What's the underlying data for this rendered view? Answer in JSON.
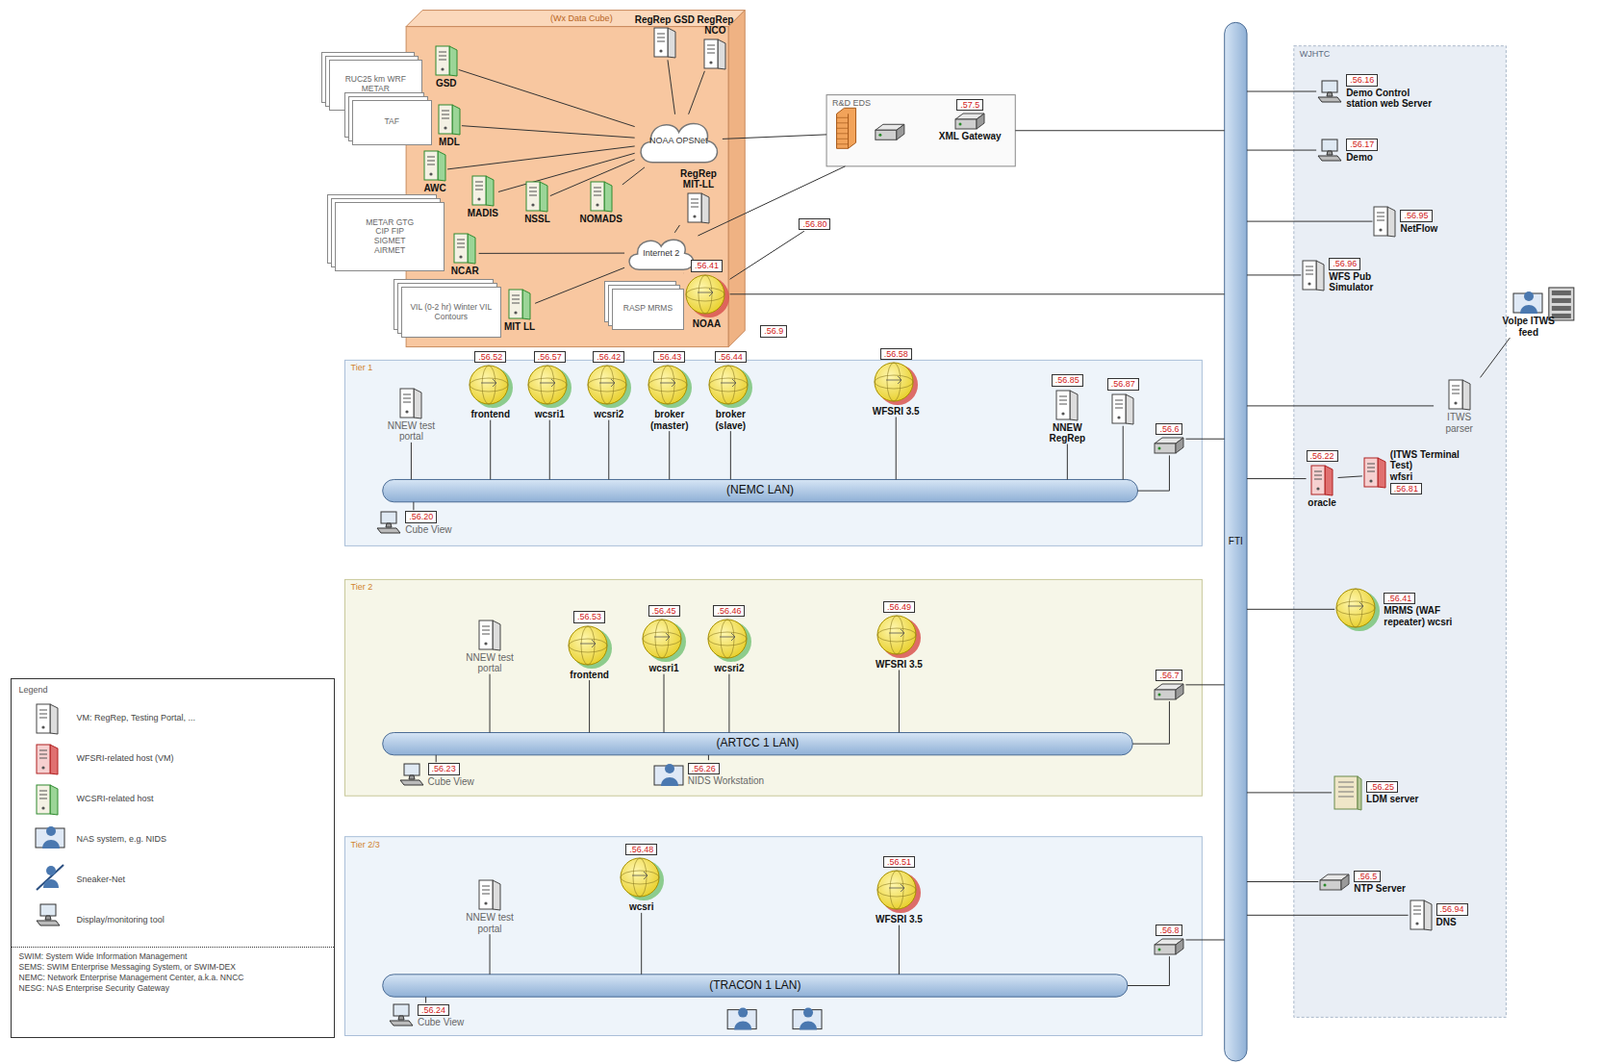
{
  "diagram": {
    "nodes": [
      {
        "text": [
          "(Wx Data Cube)"
        ]
      },
      {
        "text": [
          "RUC25 km WRF METAR"
        ]
      },
      {
        "text": [
          "GSD"
        ],
        "in": 0
      },
      {
        "text": [
          "RegRep GSD"
        ],
        "in": 0
      },
      {
        "text": [
          "RegRep NCO"
        ],
        "in": 0
      },
      {
        "text": [
          "TAF"
        ]
      },
      {
        "text": [
          "MDL"
        ],
        "in": 0
      },
      {
        "text": [
          "NOAA OPSNet"
        ],
        "in": 0
      },
      {
        "text": [
          "AWC"
        ],
        "in": 0
      },
      {
        "text": [
          "MADIS"
        ],
        "in": 0
      },
      {
        "text": [
          "NSSL"
        ],
        "in": 0
      },
      {
        "text": [
          "NOMADS"
        ],
        "in": 0
      },
      {
        "text": [
          "RegRep MIT-LL"
        ],
        "in": 0
      },
      {
        "text": [
          "METAR GTG CIP FIP SIGMET AIRMET"
        ]
      },
      {
        "text": [
          "Internet 2"
        ],
        "in": 0
      },
      {
        "text": [
          "NCAR"
        ],
        "in": 0
      },
      {
        "text": [
          "VIL (0-2 hr) Winter VIL Contours"
        ]
      },
      {
        "text": [
          "MIT LL"
        ],
        "in": 0
      },
      {
        "text": [
          "RASP MRMS"
        ],
        "in": 0
      },
      {
        "text": [
          ".56.41",
          "NOAA"
        ],
        "in": 0
      },
      {
        "text": [
          ".56.9"
        ]
      },
      {
        "text": [
          ".56.80"
        ]
      },
      {
        "text": [
          "R&D EDS"
        ]
      },
      {
        "text": [
          ".57.5",
          "XML Gateway"
        ],
        "in": 22
      },
      {
        "text": [
          "Tier 1"
        ]
      },
      {
        "text": [
          "NNEW test portal"
        ],
        "in": 24
      },
      {
        "text": [
          ".56.52",
          "frontend"
        ],
        "in": 24
      },
      {
        "text": [
          ".56.57",
          "wcsri1"
        ],
        "in": 24
      },
      {
        "text": [
          ".56.42",
          "wcsri2"
        ],
        "in": 24
      },
      {
        "text": [
          ".56.43",
          "broker (master)"
        ],
        "in": 24
      },
      {
        "text": [
          ".56.44",
          "broker (slave)"
        ],
        "in": 24
      },
      {
        "text": [
          ".56.58",
          "WFSRI 3.5"
        ],
        "in": 24
      },
      {
        "text": [
          ".56.85",
          "NNEW RegRep"
        ],
        "in": 24
      },
      {
        "text": [
          ".56.87"
        ],
        "in": 24
      },
      {
        "text": [
          ".56.6"
        ],
        "in": 24
      },
      {
        "text": [
          "(NEMC LAN)"
        ],
        "in": 24
      },
      {
        "text": [
          ".56.20",
          "Cube View"
        ],
        "in": 24
      },
      {
        "text": [
          "Tier 2"
        ]
      },
      {
        "text": [
          "NNEW test portal"
        ],
        "in": 37
      },
      {
        "text": [
          ".56.53",
          "frontend"
        ],
        "in": 37
      },
      {
        "text": [
          ".56.45",
          "wcsri1"
        ],
        "in": 37
      },
      {
        "text": [
          ".56.46",
          "wcsri2"
        ],
        "in": 37
      },
      {
        "text": [
          ".56.49",
          "WFSRI 3.5"
        ],
        "in": 37
      },
      {
        "text": [
          ".56.7"
        ],
        "in": 37
      },
      {
        "text": [
          "(ARTCC 1 LAN)"
        ],
        "in": 37
      },
      {
        "text": [
          ".56.23",
          "Cube View"
        ],
        "in": 37
      },
      {
        "text": [
          ".56.26",
          "NIDS Workstation"
        ],
        "in": 37
      },
      {
        "text": [
          "Tier 2/3"
        ]
      },
      {
        "text": [
          "NNEW test portal"
        ],
        "in": 47
      },
      {
        "text": [
          ".56.48",
          "wcsri"
        ],
        "in": 47
      },
      {
        "text": [
          ".56.51",
          "WFSRI 3.5"
        ],
        "in": 47
      },
      {
        "text": [
          ".56.8"
        ],
        "in": 47
      },
      {
        "text": [
          "(TRACON 1 LAN)"
        ],
        "in": 47
      },
      {
        "text": [
          ".56.24",
          "Cube View"
        ],
        "in": 47
      },
      {
        "text": [
          "FTI"
        ]
      },
      {
        "text": [
          "WJHTC"
        ]
      },
      {
        "text": [
          ".56.16",
          "Demo Control station web Server"
        ],
        "in": 55
      },
      {
        "text": [
          ".56.17",
          "Demo"
        ],
        "in": 55
      },
      {
        "text": [
          ".56.95",
          "NetFlow"
        ],
        "in": 55
      },
      {
        "text": [
          ".56.96",
          "WFS Pub Simulator"
        ],
        "in": 55
      },
      {
        "text": [
          "ITWS parser"
        ],
        "in": 55
      },
      {
        "text": [
          ".56.22",
          "oracle"
        ],
        "in": 55
      },
      {
        "text": [
          "(ITWS Terminal Test)",
          "wfsri",
          ".56.81"
        ],
        "in": 55
      },
      {
        "text": [
          ".56.41",
          "MRMS (WAF repeater) wcsri"
        ],
        "in": 55
      },
      {
        "text": [
          ".56.25",
          "LDM server"
        ],
        "in": 55
      },
      {
        "text": [
          ".56.5",
          "NTP Server"
        ],
        "in": 55
      },
      {
        "text": [
          ".56.94",
          "DNS"
        ],
        "in": 55
      },
      {
        "text": [
          "Volpe ITWS feed"
        ]
      }
    ],
    "edges": [
      {
        "from": 7,
        "to": 2,
        "arrow": "none"
      },
      {
        "from": 7,
        "to": 3,
        "arrow": "none"
      },
      {
        "from": 7,
        "to": 4,
        "arrow": "none"
      },
      {
        "from": 7,
        "to": 6,
        "arrow": "none"
      },
      {
        "from": 7,
        "to": 8,
        "arrow": "none"
      },
      {
        "from": 7,
        "to": 9,
        "arrow": "none"
      },
      {
        "from": 7,
        "to": 10,
        "arrow": "none"
      },
      {
        "from": 7,
        "to": 11,
        "arrow": "none"
      },
      {
        "from": 7,
        "to": 22,
        "arrow": "none"
      },
      {
        "from": 14,
        "to": 12,
        "arrow": "none"
      },
      {
        "from": 14,
        "to": 15,
        "arrow": "none"
      },
      {
        "from": 14,
        "to": 17,
        "arrow": "none"
      },
      {
        "from": 14,
        "to": 19,
        "arrow": "none"
      },
      {
        "from": 14,
        "to": 22,
        "arrow": "none"
      },
      {
        "from": 19,
        "to": 21,
        "arrow": "none"
      },
      {
        "from": 19,
        "to": 54,
        "arrow": "none"
      },
      {
        "from": 22,
        "to": 54,
        "arrow": "none"
      },
      {
        "from": 25,
        "to": 35,
        "arrow": "none"
      },
      {
        "from": 26,
        "to": 35,
        "arrow": "none"
      },
      {
        "from": 27,
        "to": 35,
        "arrow": "none"
      },
      {
        "from": 28,
        "to": 35,
        "arrow": "none"
      },
      {
        "from": 29,
        "to": 35,
        "arrow": "none"
      },
      {
        "from": 30,
        "to": 35,
        "arrow": "none"
      },
      {
        "from": 31,
        "to": 35,
        "arrow": "none"
      },
      {
        "from": 32,
        "to": 35,
        "arrow": "none"
      },
      {
        "from": 33,
        "to": 35,
        "arrow": "none"
      },
      {
        "from": 34,
        "to": 35,
        "arrow": "none"
      },
      {
        "from": 34,
        "to": 54,
        "arrow": "none"
      },
      {
        "from": 36,
        "to": 35,
        "arrow": "none"
      },
      {
        "from": 38,
        "to": 44,
        "arrow": "none"
      },
      {
        "from": 39,
        "to": 44,
        "arrow": "none"
      },
      {
        "from": 40,
        "to": 44,
        "arrow": "none"
      },
      {
        "from": 41,
        "to": 44,
        "arrow": "none"
      },
      {
        "from": 42,
        "to": 44,
        "arrow": "none"
      },
      {
        "from": 43,
        "to": 44,
        "arrow": "none"
      },
      {
        "from": 43,
        "to": 54,
        "arrow": "none"
      },
      {
        "from": 45,
        "to": 44,
        "arrow": "none"
      },
      {
        "from": 46,
        "to": 44,
        "arrow": "none"
      },
      {
        "from": 48,
        "to": 52,
        "arrow": "none"
      },
      {
        "from": 49,
        "to": 52,
        "arrow": "none"
      },
      {
        "from": 50,
        "to": 52,
        "arrow": "none"
      },
      {
        "from": 51,
        "to": 52,
        "arrow": "none"
      },
      {
        "from": 51,
        "to": 54,
        "arrow": "none"
      },
      {
        "from": 53,
        "to": 52,
        "arrow": "none"
      },
      {
        "from": 56,
        "to": 54,
        "arrow": "none"
      },
      {
        "from": 57,
        "to": 54,
        "arrow": "none"
      },
      {
        "from": 58,
        "to": 54,
        "arrow": "none"
      },
      {
        "from": 59,
        "to": 54,
        "arrow": "none"
      },
      {
        "from": 60,
        "to": 54,
        "arrow": "none"
      },
      {
        "from": 61,
        "to": 54,
        "arrow": "none"
      },
      {
        "from": 62,
        "to": 61,
        "arrow": "none"
      },
      {
        "from": 63,
        "to": 54,
        "arrow": "none"
      },
      {
        "from": 64,
        "to": 54,
        "arrow": "none"
      },
      {
        "from": 65,
        "to": 54,
        "arrow": "none"
      },
      {
        "from": 66,
        "to": 54,
        "arrow": "none"
      },
      {
        "from": 60,
        "to": 67,
        "arrow": "none"
      }
    ],
    "labels": [
      "Legend",
      "SWIM: System Wide Information Management",
      "SEMS: SWIM Enterprise Messaging System, or SWIM-DEX",
      "NEMC: Network Enterprise Management Center, a.k.a. NNCC",
      "NESG: NAS Enterprise Security Gateway"
    ],
    "legend": [
      {
        "text": "VM: RegRep, Testing Portal, ..."
      },
      {
        "text": "WFSRI-related host (VM)"
      },
      {
        "text": "WCSRI-related host"
      },
      {
        "text": "NAS system, e.g. NIDS"
      },
      {
        "text": "Sneaker-Net"
      },
      {
        "text": "Display/monitoring tool"
      }
    ]
  }
}
